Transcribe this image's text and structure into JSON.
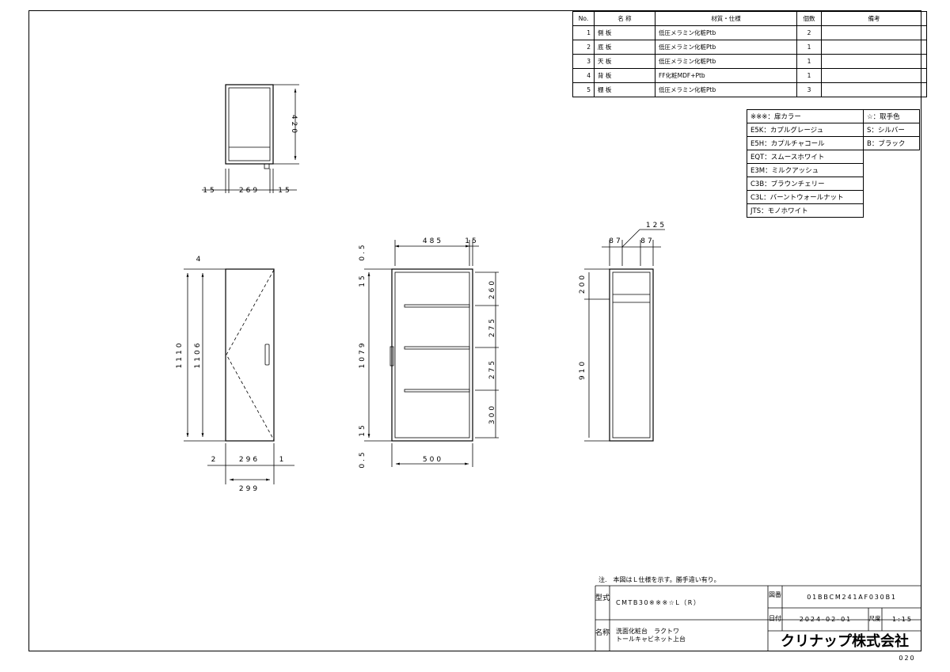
{
  "parts_table": {
    "headers": [
      "No.",
      "名 称",
      "材質・仕様",
      "個数",
      "備考"
    ],
    "rows": [
      {
        "no": "1",
        "name": "側 板",
        "material": "低圧メラミン化粧Ptb",
        "qty": "2",
        "note": ""
      },
      {
        "no": "2",
        "name": "底 板",
        "material": "低圧メラミン化粧Ptb",
        "qty": "1",
        "note": ""
      },
      {
        "no": "3",
        "name": "天 板",
        "material": "低圧メラミン化粧Ptb",
        "qty": "1",
        "note": ""
      },
      {
        "no": "4",
        "name": "背 板",
        "material": "FF化粧MDF+Ptb",
        "qty": "1",
        "note": ""
      },
      {
        "no": "5",
        "name": "棚 板",
        "material": "低圧メラミン化粧Ptb",
        "qty": "3",
        "note": ""
      }
    ]
  },
  "color_table": {
    "header_left": "※※※：扉カラー",
    "header_right": "☆：取手色",
    "door_colors": [
      "E5K：カプルグレージュ",
      "E5H：カプルチャコール",
      "EQT：スムースホワイト",
      "E3M：ミルクアッシュ",
      "C3B：ブラウンチェリー",
      "C3L：バーントウォールナット",
      "JTS：モノホワイト"
    ],
    "handle_colors": [
      "S：シルバー",
      "B：ブラック"
    ]
  },
  "dimensions": {
    "top_view": {
      "height": "420",
      "left_gap": "15",
      "inner": "269",
      "right_gap": "15"
    },
    "side_view": {
      "top": "4",
      "overall": "1110",
      "body": "1106",
      "left": "2",
      "depth": "296",
      "right": "1",
      "total_depth": "299"
    },
    "front_view": {
      "top_gap": "0.5",
      "top_panel": "15",
      "inner_height": "1079",
      "bottom_panel": "15",
      "bottom_gap": "0.5",
      "inner_width": "485",
      "panel": "15",
      "total_width": "500",
      "shelf_1": "260",
      "shelf_2": "275",
      "shelf_3": "275",
      "shelf_4": "300"
    },
    "back_view": {
      "center": "125",
      "left": "87",
      "right": "87",
      "upper": "200",
      "lower": "910"
    }
  },
  "title_block": {
    "note": "注.　本図はＬ仕様を示す。勝手違い有り。",
    "model_label": "型式",
    "model_value": "CMTB30※※※☆L（R）",
    "name_label": "名称",
    "name_line1": "洗面化粧台　ラクトワ",
    "name_line2": "トールキャビネット上台",
    "drawing_no_label": "図番",
    "drawing_no": "01BBCM241AF030B1",
    "date_label": "日付",
    "date": "2024-02-01",
    "scale_label": "尺度",
    "scale": "1:15",
    "company": "クリナップ株式会社",
    "page": "020"
  }
}
